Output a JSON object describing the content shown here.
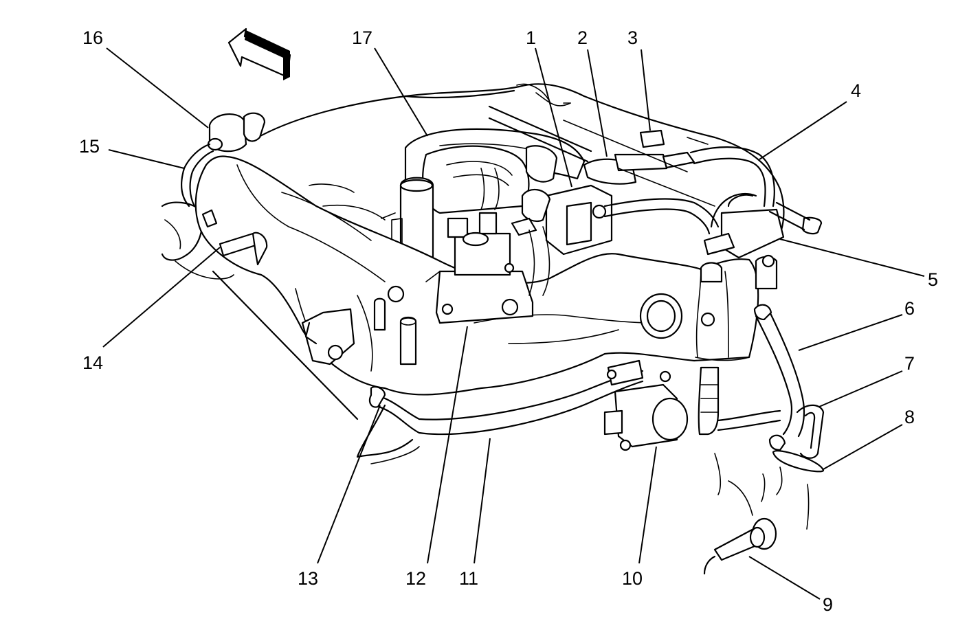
{
  "callouts": [
    {
      "id": "1",
      "text": "1"
    },
    {
      "id": "2",
      "text": "2"
    },
    {
      "id": "3",
      "text": "3"
    },
    {
      "id": "4",
      "text": "4"
    },
    {
      "id": "5",
      "text": "5"
    },
    {
      "id": "6",
      "text": "6"
    },
    {
      "id": "7",
      "text": "7"
    },
    {
      "id": "8",
      "text": "8"
    },
    {
      "id": "9",
      "text": "9"
    },
    {
      "id": "10",
      "text": "10"
    },
    {
      "id": "11",
      "text": "11"
    },
    {
      "id": "12",
      "text": "12"
    },
    {
      "id": "13",
      "text": "13"
    },
    {
      "id": "14",
      "text": "14"
    },
    {
      "id": "15",
      "text": "15"
    },
    {
      "id": "16",
      "text": "16"
    },
    {
      "id": "17",
      "text": "17"
    }
  ],
  "icons": {
    "direction_arrow": "front-direction-arrow-icon"
  },
  "colors": {
    "ink": "#000000",
    "background": "#ffffff"
  }
}
